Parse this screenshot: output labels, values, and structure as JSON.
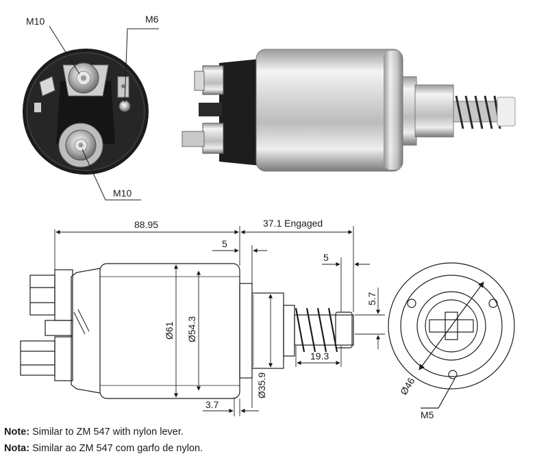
{
  "callouts": {
    "m10_top": "M10",
    "m6": "M6",
    "m10_bottom": "M10"
  },
  "dimensions": {
    "overall_length": "88.95",
    "engaged": "37.1 Engaged",
    "step_5a": "5",
    "step_5b": "5",
    "height_5_7": "5.7",
    "dia_61": "Ø61",
    "dia_54_3": "Ø54.3",
    "dia_35_9": "Ø35.9",
    "len_19_3": "19.3",
    "len_3_7": "3.7",
    "dia_46": "Ø46",
    "thread_m5": "M5"
  },
  "notes": {
    "en_label": "Note:",
    "en_text": " Similar to ZM 547 with nylon lever.",
    "pt_label": "Nota:",
    "pt_text": " Similar ao ZM 547 com garfo de nylon."
  },
  "colors": {
    "line": "#1a1a1a",
    "chrome_light": "#f2f2f2",
    "chrome_dark": "#8c8c8c",
    "cap_black": "#1c1c1c"
  }
}
